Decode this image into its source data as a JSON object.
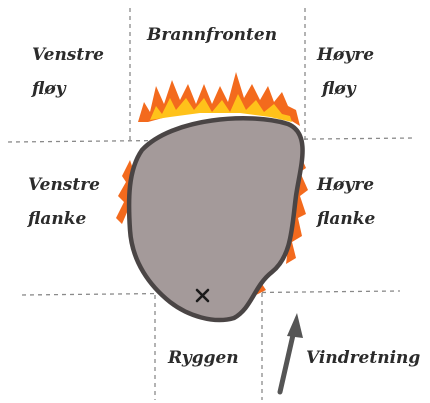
{
  "labels": {
    "front": "Brannfronten",
    "left_wing_line1": "Venstre",
    "left_wing_line2": "fløy",
    "right_wing_line1": "Høyre",
    "right_wing_line2": "fløy",
    "left_flank_line1": "Venstre",
    "left_flank_line2": "flanke",
    "right_flank_line1": "Høyre",
    "right_flank_line2": "flanke",
    "rear": "Ryggen",
    "wind_direction": "Vindretning"
  },
  "colors": {
    "burned_area": "#a49a9a",
    "burned_outline": "#4a4545",
    "flame_outer": "#f36a1d",
    "flame_inner": "#ffc21a",
    "divider": "#8a8a8a",
    "text": "#2b2b2b",
    "arrow": "#555555"
  },
  "icons": {
    "ignition_point": "x-mark-icon",
    "wind_arrow": "arrow-up-icon"
  }
}
